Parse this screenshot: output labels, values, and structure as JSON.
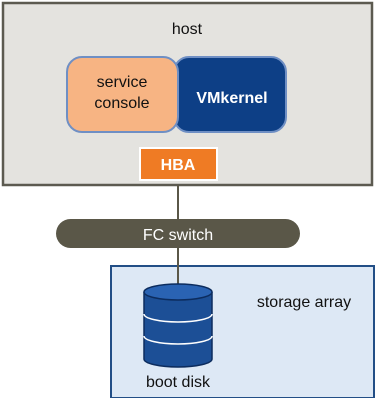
{
  "host": {
    "label": "host"
  },
  "service_console": {
    "line1": "service",
    "line2": "console"
  },
  "vmkernel": {
    "label": "VMkernel"
  },
  "hba": {
    "label": "HBA"
  },
  "fc_switch": {
    "label": "FC switch"
  },
  "storage_array": {
    "label": "storage array"
  },
  "boot_disk": {
    "label": "boot disk"
  },
  "colors": {
    "host_fill": "#e4e3df",
    "host_border": "#5c5a50",
    "service_console_fill": "#f7b483",
    "vmkernel_fill": "#0d3f86",
    "hba_fill": "#ef7b24",
    "fc_switch_fill": "#5a5748",
    "storage_fill": "#dde8f5",
    "storage_border": "#224e86",
    "disk_fill": "#1c4f96"
  }
}
